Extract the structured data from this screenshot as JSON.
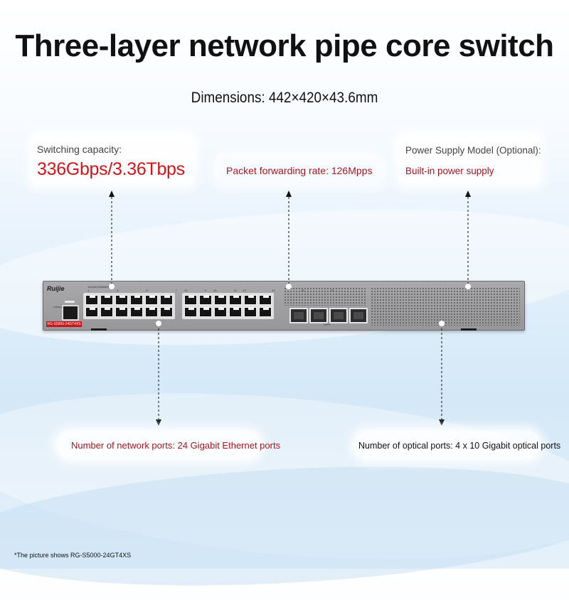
{
  "title": "Three-layer network pipe core switch",
  "dimensions": "Dimensions: 442×420×43.6mm",
  "switching": {
    "label": "Switching capacity:",
    "value": "336Gbps/3.36Tbps"
  },
  "packet_forwarding": {
    "label": "Packet forwarding rate: 126Mpps"
  },
  "power_supply": {
    "label": "Power Supply Model (Optional):",
    "value": "Built-in power supply"
  },
  "network_ports": {
    "label": "Number of network ports: 24 Gigabit Ethernet ports"
  },
  "optical_ports": {
    "label": "Number of optical ports: 4 x 10 Gigabit optical ports"
  },
  "device": {
    "brand": "Ruijie",
    "model_badge": "RG-S5000-24GT4XS",
    "console_label": "Console",
    "top_text": "10/100/1000BASE-T",
    "sfp_label": "SFP+",
    "port_numbers_a": [
      "1",
      "3",
      "5",
      "7",
      "9",
      "11"
    ],
    "port_numbers_b": [
      "13",
      "15",
      "17",
      "19",
      "21",
      "23"
    ]
  },
  "colors": {
    "accent_red": "#d0161b",
    "label_red": "#a11820",
    "chassis": "#a9a9ab"
  },
  "footnote": "*The picture shows RG-S5000-24GT4XS"
}
